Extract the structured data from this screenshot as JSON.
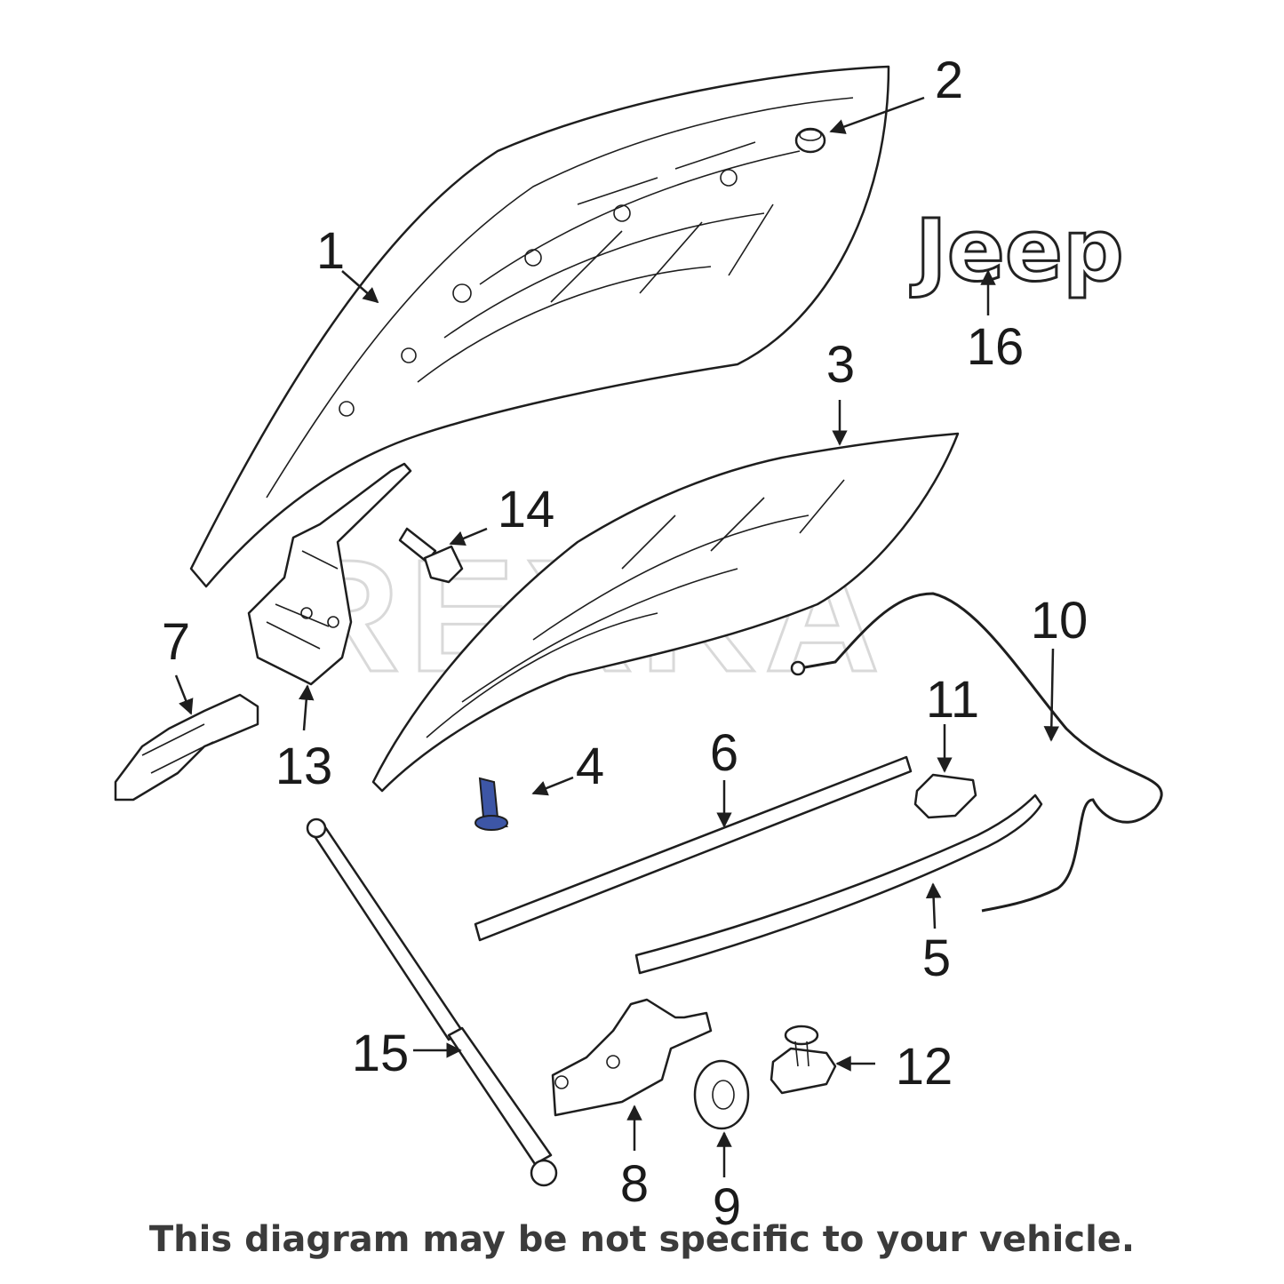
{
  "callouts": {
    "c1": "1",
    "c2": "2",
    "c3": "3",
    "c4": "4",
    "c5": "5",
    "c6": "6",
    "c7": "7",
    "c8": "8",
    "c9": "9",
    "c10": "10",
    "c11": "11",
    "c12": "12",
    "c13": "13",
    "c14": "14",
    "c15": "15",
    "c16": "16"
  },
  "logo_text": "Jeep",
  "watermark": "REXKA",
  "disclaimer": "This diagram may be not specific to your vehicle.",
  "colors": {
    "highlight": "#3d56a6",
    "line": "#1e1e1e",
    "footer": "#3b3b3b"
  }
}
